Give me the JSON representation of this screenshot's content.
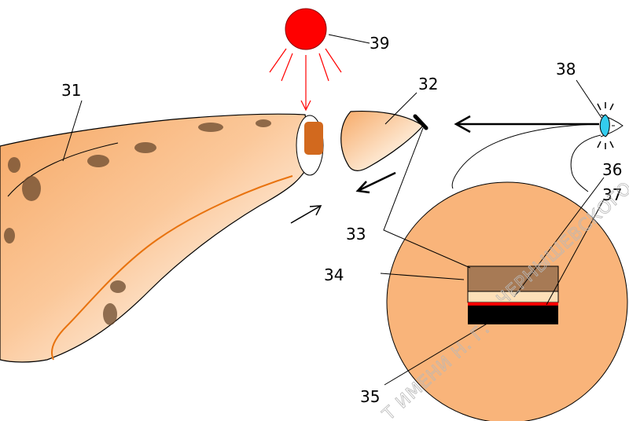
{
  "labels": {
    "l31": "31",
    "l32": "32",
    "l33": "33",
    "l34": "34",
    "l35": "35",
    "l36": "36",
    "l37": "37",
    "l38": "38",
    "l39": "39"
  },
  "watermark": {
    "line1": "ЧЕРНЫШЕВСКОГО",
    "line2": "Т ИМЕНИ Н. Г."
  },
  "colors": {
    "skin": "#f9b47a",
    "skin_dark": "#f2a45f",
    "sun": "#ff0000",
    "ray": "#ff0000",
    "nail_fill": "#d2691e",
    "layer_top": "#a77a55",
    "layer_middle": "#fde0b8",
    "layer_red": "#ff0000",
    "layer_bottom": "#000000",
    "eye_iris": "#33ccee"
  }
}
